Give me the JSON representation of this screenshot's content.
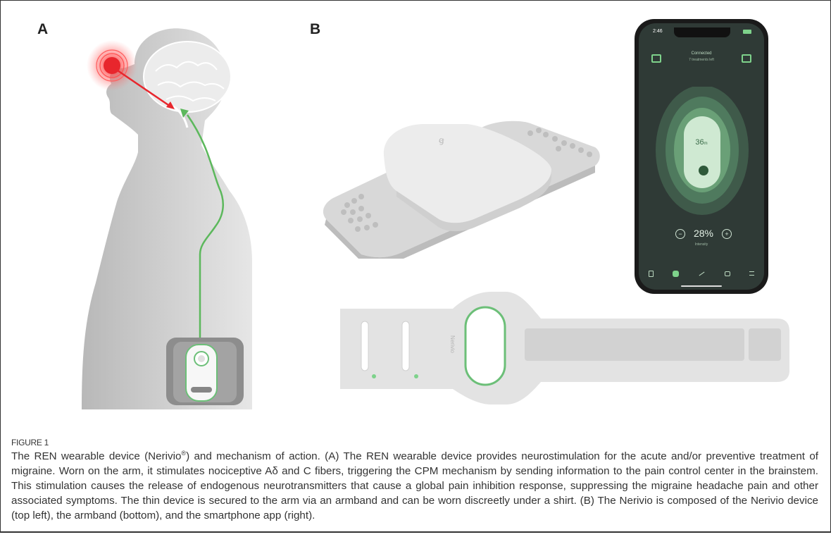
{
  "panels": {
    "a_label": "A",
    "b_label": "B"
  },
  "phone": {
    "time": "2:46",
    "status_text": "Connected",
    "status_sub": "7 treatments left",
    "timer": "36",
    "timer_unit": "m",
    "intensity_value": "28%",
    "intensity_label": "Intensity"
  },
  "armband": {
    "brand": "Nerivio"
  },
  "figure": {
    "label": "FIGURE 1",
    "caption_pre": "The REN wearable device (Nerivio",
    "caption_sup": "®",
    "caption_post": ") and mechanism of action. (A) The REN wearable device provides neurostimulation for the acute and/or preventive treatment of migraine. Worn on the arm, it stimulates nociceptive Aδ and C fibers, triggering the CPM mechanism by sending information to the pain control center in the brainstem. This stimulation causes the release of endogenous neurotransmitters that cause a global pain inhibition response, suppressing the migraine headache pain and other associated symptoms. The thin device is secured to the arm via an armband and can be worn discreetly under a shirt. (B) The Nerivio is composed of the Nerivio device (top left), the armband (bottom), and the smartphone app (right)."
  },
  "colors": {
    "pain_red": "#e8262d",
    "nerve_green": "#5cb85c",
    "phone_bg": "#2f3a36",
    "ring_green": "#8fc49a"
  }
}
